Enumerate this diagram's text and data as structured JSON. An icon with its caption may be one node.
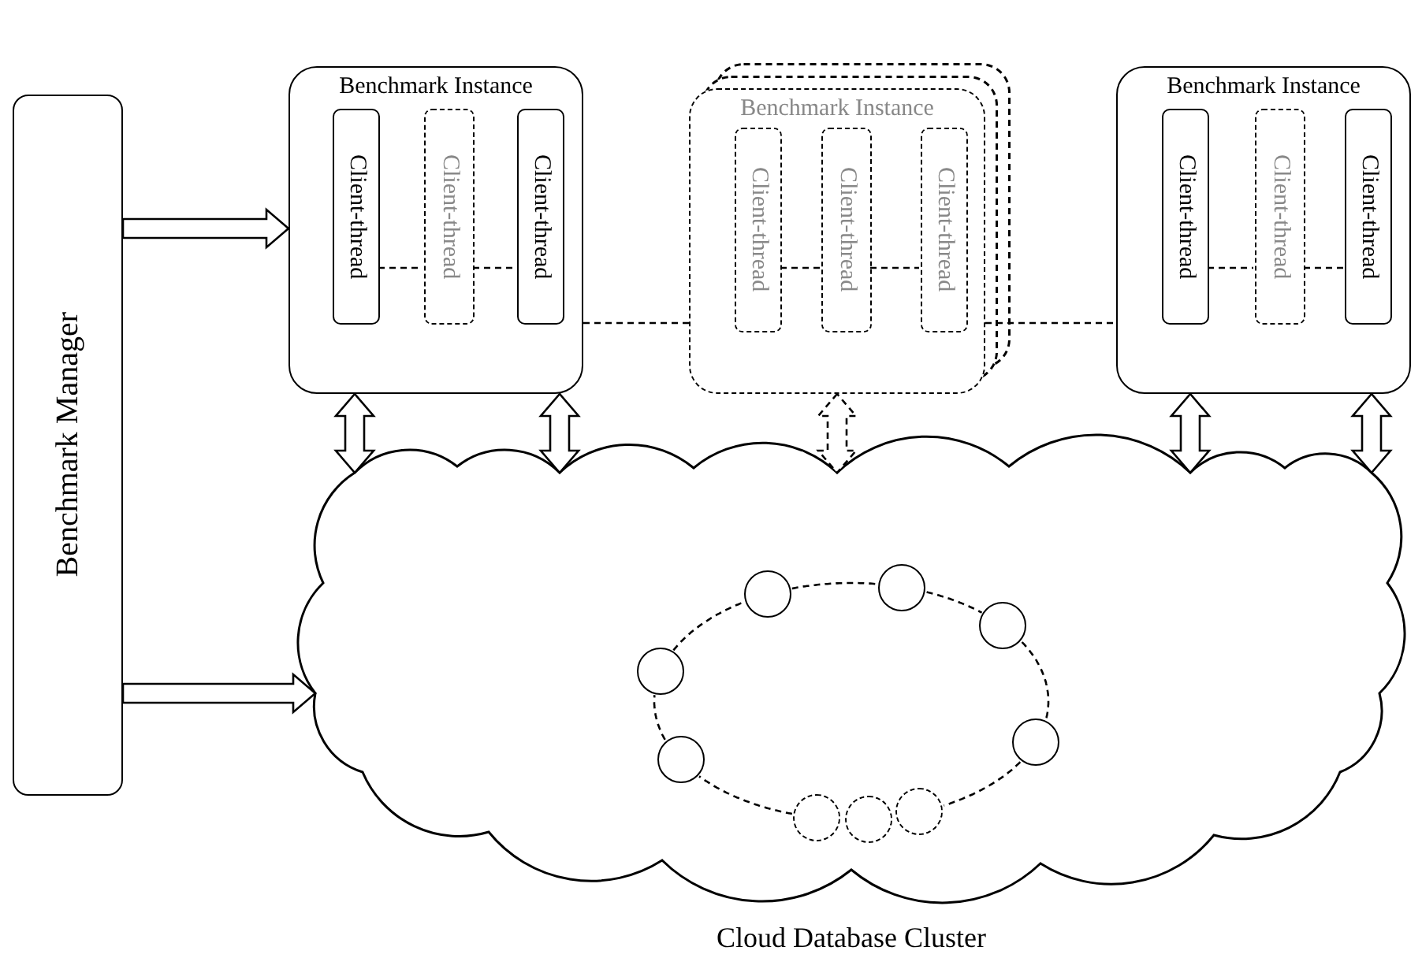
{
  "diagram": {
    "nodes": [
      {
        "text": [
          "Benchmark Manager"
        ]
      },
      {
        "text": [
          "Benchmark Instance"
        ]
      },
      {
        "text": [
          "Client-thread"
        ],
        "in": 1
      },
      {
        "text": [
          "Client-thread"
        ],
        "in": 1
      },
      {
        "text": [
          "Client-thread"
        ],
        "in": 1
      },
      {
        "text": [
          "Benchmark Instance"
        ]
      },
      {
        "text": [
          "Client-thread"
        ],
        "in": 5
      },
      {
        "text": [
          "Client-thread"
        ],
        "in": 5
      },
      {
        "text": [
          "Client-thread"
        ],
        "in": 5
      },
      {
        "text": [
          "Benchmark Instance"
        ]
      },
      {
        "text": [
          "Client-thread"
        ],
        "in": 9
      },
      {
        "text": [
          "Client-thread"
        ],
        "in": 9
      },
      {
        "text": [
          "Client-thread"
        ],
        "in": 9
      },
      {
        "text": [
          "Cloud Database Cluster"
        ]
      },
      {
        "text": [],
        "shape": "circle",
        "in": 13
      },
      {
        "text": [],
        "shape": "circle",
        "in": 13
      },
      {
        "text": [],
        "shape": "circle",
        "in": 13
      },
      {
        "text": [],
        "shape": "circle",
        "in": 13
      },
      {
        "text": [],
        "shape": "circle",
        "in": 13
      },
      {
        "text": [],
        "shape": "circle",
        "in": 13
      },
      {
        "text": [],
        "shape": "circle",
        "in": 13
      },
      {
        "text": [],
        "shape": "circle",
        "in": 13
      },
      {
        "text": [],
        "shape": "circle",
        "in": 13
      }
    ],
    "edges": [
      {
        "from": 0,
        "to": 1,
        "arrow": "to"
      },
      {
        "from": 0,
        "to": 13,
        "arrow": "to"
      },
      {
        "from": 2,
        "to": 3,
        "arrow": "none",
        "style": "dashed"
      },
      {
        "from": 3,
        "to": 4,
        "arrow": "none",
        "style": "dashed"
      },
      {
        "from": 1,
        "to": 5,
        "arrow": "none",
        "style": "dashed"
      },
      {
        "from": 6,
        "to": 7,
        "arrow": "none",
        "style": "dashed"
      },
      {
        "from": 7,
        "to": 8,
        "arrow": "none",
        "style": "dashed"
      },
      {
        "from": 5,
        "to": 9,
        "arrow": "none",
        "style": "dashed"
      },
      {
        "from": 10,
        "to": 11,
        "arrow": "none",
        "style": "dashed"
      },
      {
        "from": 11,
        "to": 12,
        "arrow": "none",
        "style": "dashed"
      },
      {
        "from": 1,
        "to": 13,
        "arrow": "both"
      },
      {
        "from": 1,
        "to": 13,
        "arrow": "both"
      },
      {
        "from": 5,
        "to": 13,
        "arrow": "both",
        "style": "dashed"
      },
      {
        "from": 9,
        "to": 13,
        "arrow": "both"
      },
      {
        "from": 9,
        "to": 13,
        "arrow": "both"
      },
      {
        "from": 17,
        "to": 14,
        "arrow": "none",
        "style": "dashed"
      },
      {
        "from": 14,
        "to": 15,
        "arrow": "none",
        "style": "dashed"
      },
      {
        "from": 15,
        "to": 16,
        "arrow": "none",
        "style": "dashed"
      },
      {
        "from": 16,
        "to": 18,
        "arrow": "none",
        "style": "dashed"
      },
      {
        "from": 18,
        "to": 22,
        "arrow": "none",
        "style": "dashed"
      },
      {
        "from": 20,
        "to": 19,
        "arrow": "none",
        "style": "dashed"
      },
      {
        "from": 19,
        "to": 17,
        "arrow": "none",
        "style": "dashed"
      }
    ]
  }
}
